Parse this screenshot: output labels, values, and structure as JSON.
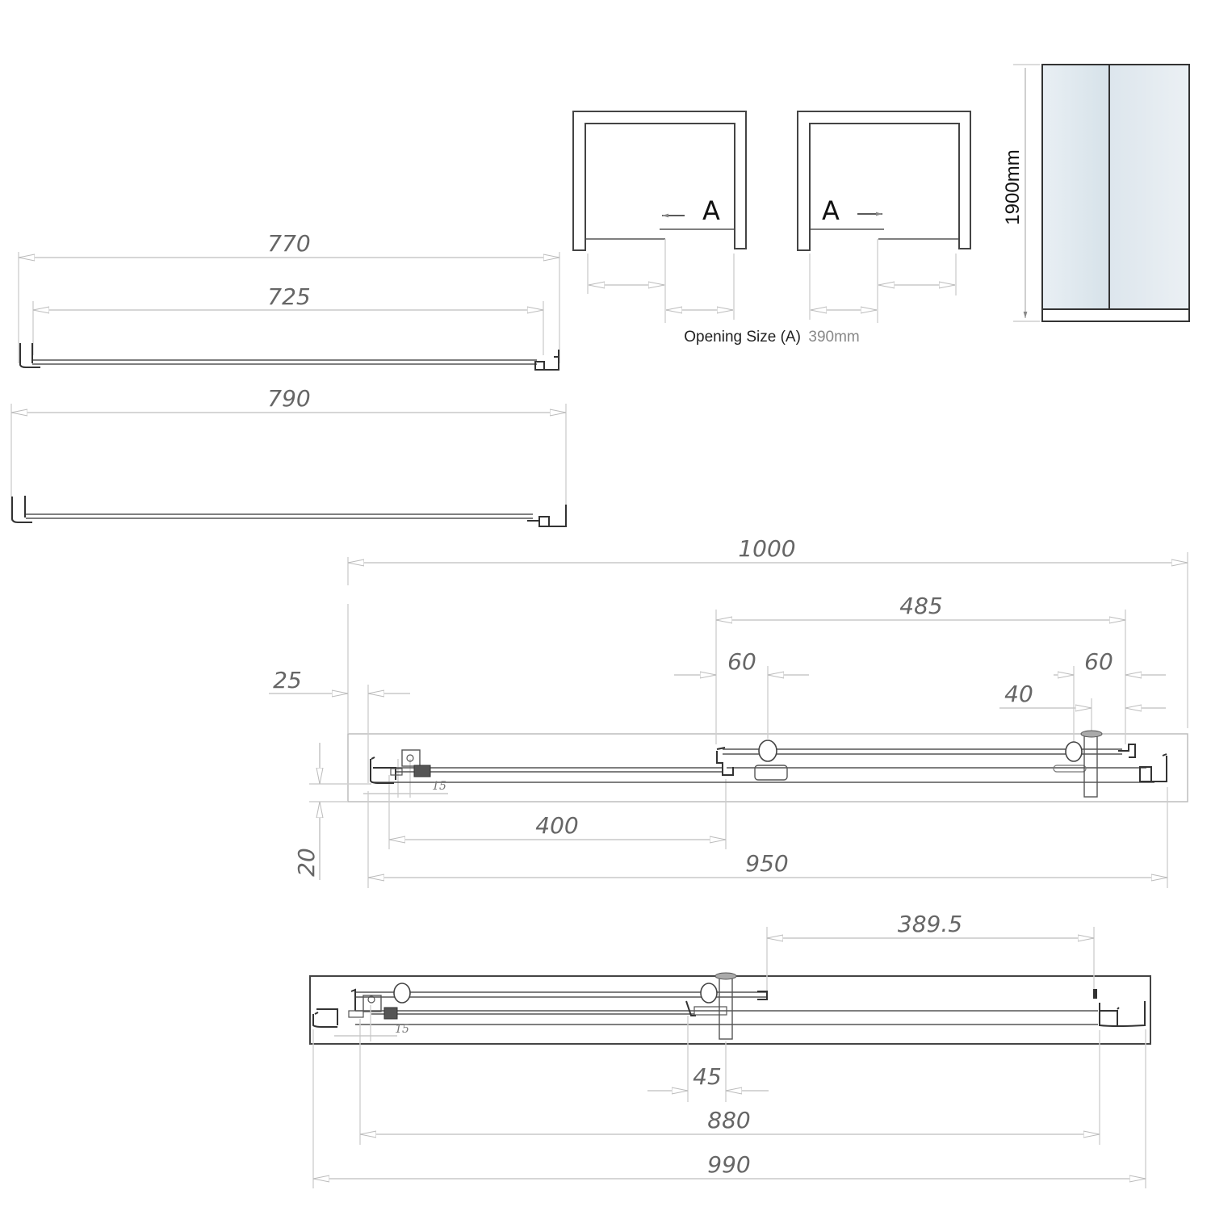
{
  "top_left_profiles": {
    "dims": {
      "overall_770": "770",
      "glass_725": "725",
      "max_790": "790"
    }
  },
  "opening_diagrams": {
    "left": {
      "letter": "A",
      "arrow": "left-arrow"
    },
    "right": {
      "letter": "A",
      "arrow": "right-arrow"
    },
    "caption_label": "Opening Size (A)",
    "caption_value": "390mm"
  },
  "elevation": {
    "height_label": "1900mm",
    "glass_color_left": "#dde6ec",
    "glass_color_right": "#e6ecf1"
  },
  "plan_closed": {
    "dims": {
      "overall": "1000",
      "door_span": "485",
      "left_offset": "60",
      "right_offset": "60",
      "handle_offset": "40",
      "wall_gap": "25",
      "depth": "20",
      "fixed_panel": "400",
      "min_width": "950",
      "small": "15"
    }
  },
  "plan_open": {
    "dims": {
      "opening": "389.5",
      "handle_clear": "45",
      "inner": "880",
      "overall": "990",
      "small": "15"
    }
  }
}
